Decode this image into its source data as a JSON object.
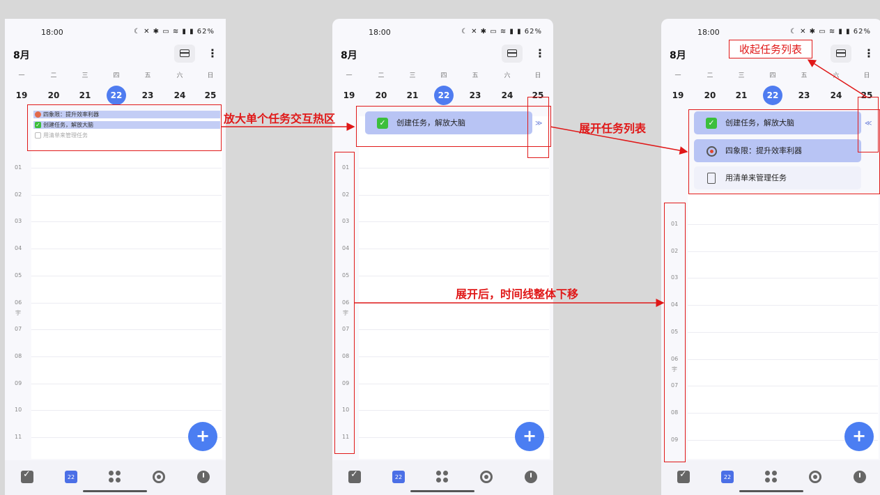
{
  "status": {
    "time": "18:00",
    "icons": "☾ ✕ ✱ ▭ ≋ ▮ ▮ 62%"
  },
  "month": "8月",
  "more_glyph": "⋮",
  "weekdays": [
    "一",
    "二",
    "三",
    "四",
    "五",
    "六",
    "日"
  ],
  "dates": [
    "19",
    "20",
    "21",
    "22",
    "23",
    "24",
    "25"
  ],
  "selected_date": "22",
  "tz_glyph": "宇",
  "nav": {
    "calendar_badge": "22"
  },
  "fab_label": "+",
  "phone1": {
    "hours": [
      "01",
      "02",
      "03",
      "04",
      "05",
      "06",
      "07",
      "08",
      "09",
      "10",
      "11"
    ],
    "tasks": [
      {
        "label": "四象限：提升效率利器",
        "icon": "target-icon"
      },
      {
        "label": "创建任务，解放大脑",
        "icon": "check-icon"
      },
      {
        "label": "用清单来管理任务",
        "icon": "book-icon"
      }
    ]
  },
  "phone2": {
    "hours": [
      "01",
      "02",
      "03",
      "04",
      "05",
      "06",
      "07",
      "08",
      "09",
      "10",
      "11"
    ],
    "task": {
      "label": "创建任务，解放大脑"
    },
    "chevron": "≫"
  },
  "phone3": {
    "hours": [
      "01",
      "02",
      "03",
      "04",
      "05",
      "06",
      "07",
      "08",
      "09"
    ],
    "tasks": [
      {
        "label": "创建任务，解放大脑"
      },
      {
        "label": "四象限：提升效率利器"
      },
      {
        "label": "用清单来管理任务"
      }
    ],
    "chevron": "≪"
  },
  "annotations": {
    "enlarge": "放大单个任务交互热区",
    "expand": "展开任务列表",
    "collapse": "收起任务列表",
    "shift": "展开后，时间线整体下移"
  },
  "colors": {
    "accent": "#4f7cf0",
    "annotation": "#e01818",
    "task_highlight": "#b8c4f4",
    "check_green": "#3cbf3c"
  }
}
